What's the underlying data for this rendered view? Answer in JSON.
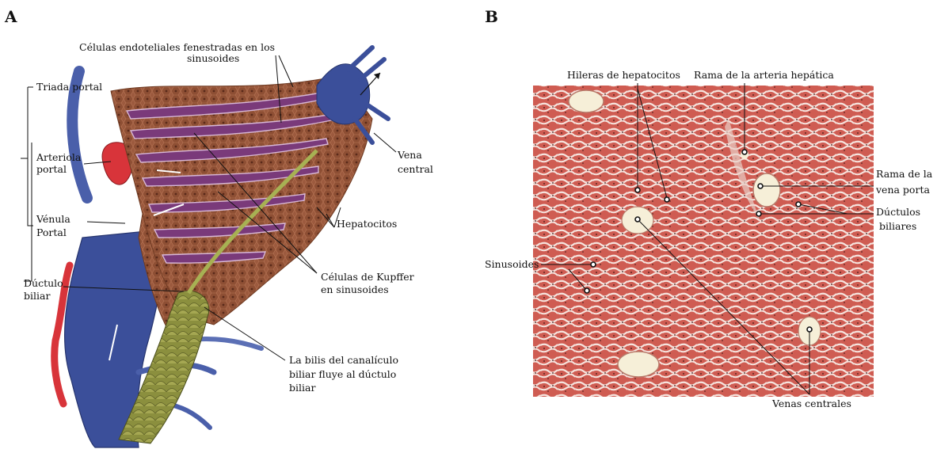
{
  "panel_a": {
    "letter": "A",
    "labels": {
      "endothelial_1": "Células endoteliales fenestradas en los",
      "endothelial_2": "sinusoides",
      "triad": "Triada portal",
      "arteriole_1": "Arteriola",
      "arteriole_2": "portal",
      "venule_1": "Vénula",
      "venule_2": "Portal",
      "ductule_1": "Dúctulo",
      "ductule_2": "biliar",
      "central_vein_1": "Vena",
      "central_vein_2": "central",
      "hepatocytes": "Hepatocitos",
      "kupffer_1": "Células de Kupffer",
      "kupffer_2": "en sinusoides",
      "bile_1": "La bilis del canalículo",
      "bile_2": "biliar fluye al dúctulo",
      "bile_3": "biliar"
    }
  },
  "panel_b": {
    "letter": "B",
    "labels": {
      "rows": "Hileras de hepatocitos",
      "artery_branch": "Rama de la arteria hepática",
      "portal_branch_1": "Rama de la",
      "portal_branch_2": "vena porta",
      "ductules_1": "Dúctulos",
      "ductules_2": "biliares",
      "sinusoids": "Sinusoides",
      "central_veins": "Venas centrales"
    }
  },
  "colors": {
    "vein_blue": "#3b4f9a",
    "artery_red": "#d8343a",
    "lobule_brown": "#9a5a3c",
    "sinusoid_purple": "#7a3a7a",
    "bile_green": "#8a9a4a",
    "tissue_red": "#cf5c52"
  }
}
